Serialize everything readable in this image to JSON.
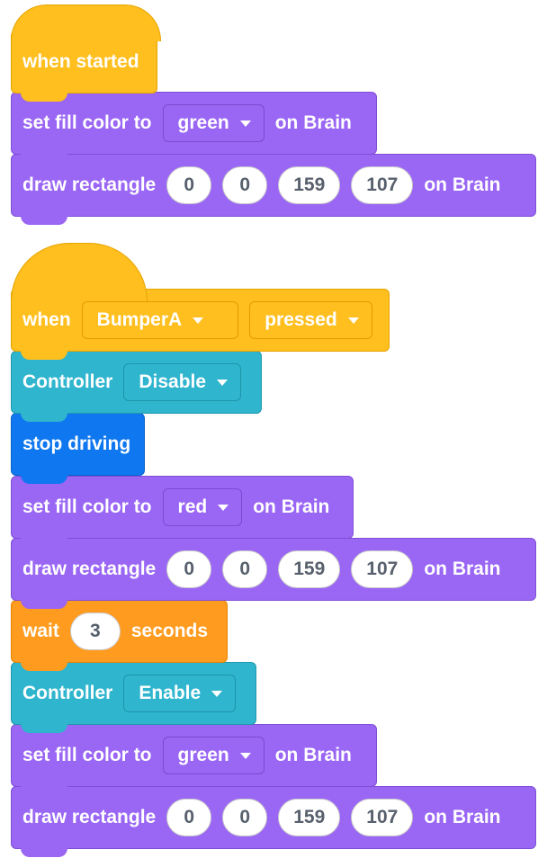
{
  "script1": {
    "hat_label": "when started",
    "fill1": {
      "label": "set fill color to",
      "color": "green",
      "suffix": "on Brain"
    },
    "rect1": {
      "label": "draw rectangle",
      "x": "0",
      "y": "0",
      "w": "159",
      "h": "107",
      "suffix": "on Brain"
    }
  },
  "script2": {
    "hat": {
      "label": "when",
      "bumper": "BumperA",
      "state": "pressed"
    },
    "ctrl_disable": {
      "label": "Controller",
      "value": "Disable"
    },
    "stop": {
      "label": "stop driving"
    },
    "fill_red": {
      "label": "set fill color to",
      "color": "red",
      "suffix": "on Brain"
    },
    "rect2": {
      "label": "draw rectangle",
      "x": "0",
      "y": "0",
      "w": "159",
      "h": "107",
      "suffix": "on Brain"
    },
    "wait": {
      "label": "wait",
      "value": "3",
      "suffix": "seconds"
    },
    "ctrl_enable": {
      "label": "Controller",
      "value": "Enable"
    },
    "fill_green": {
      "label": "set fill color to",
      "color": "green",
      "suffix": "on Brain"
    },
    "rect3": {
      "label": "draw rectangle",
      "x": "0",
      "y": "0",
      "w": "159",
      "h": "107",
      "suffix": "on Brain"
    }
  },
  "colors": {
    "looks_purple": "#9a66f4",
    "event_yellow": "#ffbf1f",
    "sensing_teal": "#2fb5ce",
    "drivetrain_blue": "#0f77ef",
    "control_orange": "#ff9c1f"
  }
}
